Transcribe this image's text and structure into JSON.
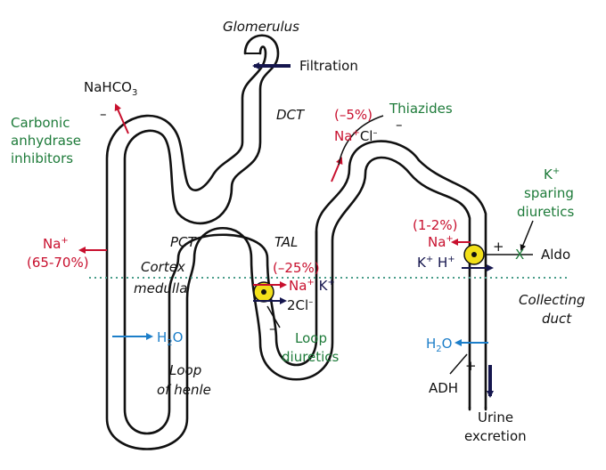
{
  "colors": {
    "tubule": "#111111",
    "green_text": "#1e7b3a",
    "red_text": "#c8102e",
    "blue_text": "#1c7ec9",
    "navy_arrow": "#15164e",
    "transporter": "#f2e01a",
    "boundary": "#4a9d8a"
  },
  "labels": {
    "glomerulus": "Glomerulus",
    "filtration": "Filtration",
    "nahco3": "NaHCO",
    "nahco3_sub": "3",
    "minus_cai": "–",
    "cai": [
      "Carbonic",
      "anhydrase",
      "inhibitors"
    ],
    "dct": "DCT",
    "dct_pct": "(–5%)",
    "nacl_na": "Na",
    "nacl_plus": "+",
    "nacl_cl": "Cl",
    "nacl_cl_sup": "–",
    "thiazides": "Thiazides",
    "minus_thiazide": "–",
    "ksparing": [
      "K",
      "sparing",
      "diuretics"
    ],
    "ksparing_sup": "+",
    "cd_pct": "(1-2%)",
    "cd_na": "Na",
    "cd_na_sup": "+",
    "plus_aldo": "+",
    "x_mark": "X",
    "aldo": "Aldo",
    "k_ion": "K",
    "k_sup": "+",
    "h_ion": "H",
    "h_sup": "+",
    "pct_na": "Na",
    "pct_na_sup": "+",
    "pct_pct": "(65-70%)",
    "pct": "PCT",
    "tal": "TAL",
    "cortex": "Cortex",
    "medulla": "medulla",
    "tal_pct": "(–25%)",
    "tal_na": "Na",
    "tal_na_sup": "+",
    "tal_k": "K",
    "tal_k_sup": "+",
    "tal_cl": "2Cl",
    "tal_cl_sup": "–",
    "collecting": [
      "Collecting",
      "duct"
    ],
    "water_h": "H",
    "water_sub": "2",
    "water_o": "O",
    "minus_loop": "–",
    "loop_diuretics": [
      "Loop",
      "diuretics"
    ],
    "loop_henle": [
      "Loop",
      "of henle"
    ],
    "cd_water_h": "H",
    "cd_water_sub": "2",
    "cd_water_o": "O",
    "plus_adh": "+",
    "adh": "ADH",
    "urine": [
      "Urine",
      "excretion"
    ]
  }
}
